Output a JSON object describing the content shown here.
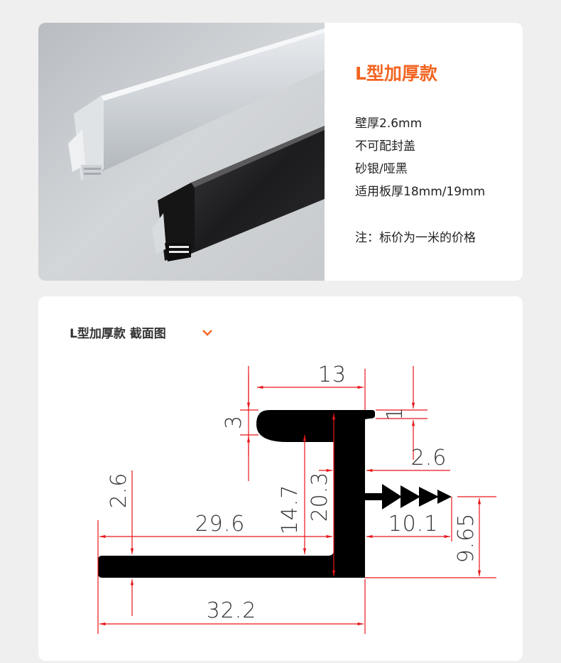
{
  "product": {
    "title": "L型加厚款",
    "specs": [
      "壁厚2.6mm",
      "不可配封盖",
      "砂银/哑黑",
      "适用板厚18mm/19mm"
    ],
    "note": "注：标价为一米的价格"
  },
  "section": {
    "title": "L型加厚款 截面图"
  },
  "dimensions": {
    "top_width": "13",
    "top_thickness": "3",
    "lip_gap": "1",
    "wall_thickness": "2.6",
    "base_thickness": "2.6",
    "inner_height_short": "14.7",
    "inner_height_tall": "20.3",
    "inner_width": "29.6",
    "barb_length": "10.1",
    "barb_height": "9.65",
    "total_width": "32.2"
  },
  "colors": {
    "accent": "#f26522",
    "dimension_line": "#e8161b",
    "profile": "#000000"
  }
}
